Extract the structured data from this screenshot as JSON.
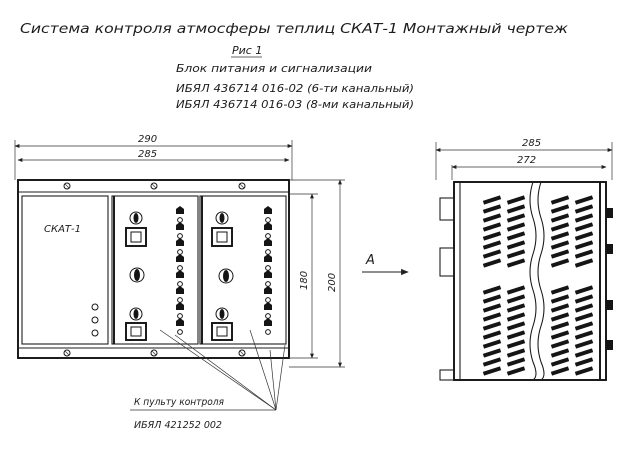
{
  "title": "Система контроля атмосферы теплиц СКАТ-1 Монтажный чертеж",
  "figure_label": "Рис 1",
  "subtitle": "Блок питания и сигнализации",
  "variant_1": "ИБЯЛ 436714 016-02 (6-ти канальный)",
  "variant_2": "ИБЯЛ 436714 016-03 (8-ми канальный)",
  "front_view": {
    "device_label": "СКАТ-1",
    "dim_width_total": "290",
    "dim_width_inner": "285",
    "dim_height_inner": "180",
    "dim_height_total": "200"
  },
  "view_arrow_label": "А",
  "side_view": {
    "dim_depth_total": "285",
    "dim_depth_inner": "272"
  },
  "cable_label": "К пульту контроля",
  "cable_code": "ИБЯЛ 421252 002"
}
